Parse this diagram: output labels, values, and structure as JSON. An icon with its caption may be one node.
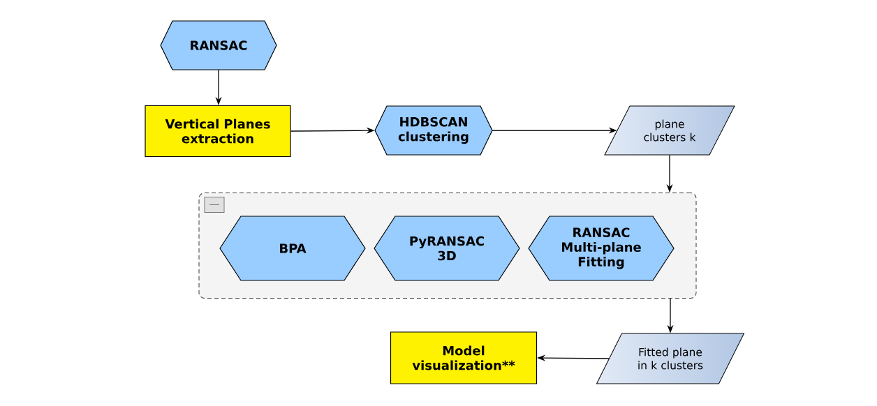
{
  "diagram": {
    "nodes": [
      {
        "text": [
          "RANSAC"
        ]
      },
      {
        "text": [
          "Vertical Planes extraction"
        ]
      },
      {
        "text": [
          "HDBSCAN clustering"
        ]
      },
      {
        "text": [
          "plane clusters k"
        ]
      },
      {
        "text": [],
        "shape": "box"
      },
      {
        "text": [
          "BPA"
        ],
        "in": 4
      },
      {
        "text": [
          "PyRANSAC 3D"
        ],
        "in": 4
      },
      {
        "text": [
          "RANSAC Multi-plane Fitting"
        ],
        "in": 4
      },
      {
        "text": [
          "Model visualization**"
        ]
      },
      {
        "text": [
          "Fitted plane in k clusters"
        ]
      }
    ],
    "edges": [
      {
        "from": 0,
        "to": 1,
        "arrow": "to"
      },
      {
        "from": 1,
        "to": 2,
        "arrow": "to"
      },
      {
        "from": 2,
        "to": 3,
        "arrow": "to"
      },
      {
        "from": 3,
        "to": 4,
        "arrow": "to"
      },
      {
        "from": 4,
        "to": 9,
        "arrow": "to"
      },
      {
        "from": 9,
        "to": 8,
        "arrow": "to"
      }
    ]
  }
}
